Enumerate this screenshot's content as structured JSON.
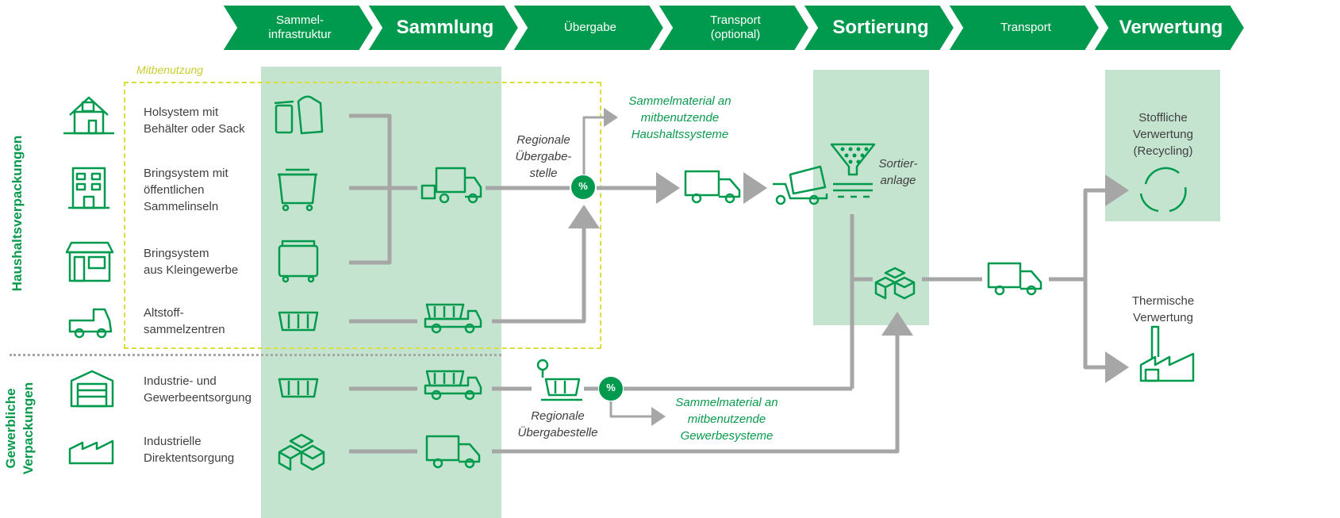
{
  "process_steps": [
    {
      "label": "Sammel-\ninfrastruktur",
      "emphasis": false
    },
    {
      "label": "Sammlung",
      "emphasis": true
    },
    {
      "label": "Übergabe",
      "emphasis": false
    },
    {
      "label": "Transport\n(optional)",
      "emphasis": false
    },
    {
      "label": "Sortierung",
      "emphasis": true
    },
    {
      "label": "Transport",
      "emphasis": false
    },
    {
      "label": "Verwertung",
      "emphasis": true
    }
  ],
  "mitbenutzung_label": "Mitbenutzung",
  "groups": {
    "household": "Haushaltsverpackungen",
    "commercial": "Gewerbliche\nVerpackungen"
  },
  "sources": [
    {
      "label": "Holsystem mit\nBehälter oder Sack",
      "icon": "house-icon",
      "container_icon": "bin-and-sack-icon"
    },
    {
      "label": "Bringsystem mit\nöffentlichen\nSammelinseln",
      "icon": "apartment-building-icon",
      "container_icon": "dumpster-icon"
    },
    {
      "label": "Bringsystem\naus Kleingewerbe",
      "icon": "shop-icon",
      "container_icon": "container-icon"
    },
    {
      "label": "Altstoff-\nsammelzentren",
      "icon": "pickup-truck-icon",
      "container_icon": "skip-container-icon"
    },
    {
      "label": "Industrie- und\nGewerbeentsorgung",
      "icon": "warehouse-icon",
      "container_icon": "skip-container-icon"
    },
    {
      "label": "Industrielle\nDirektentsorgung",
      "icon": "factory-icon",
      "container_icon": "boxes-icon"
    }
  ],
  "handover": {
    "regional_top": "Regionale\nÜbergabe-\nstelle",
    "regional_bottom": "Regionale\nÜbergabestelle",
    "percent_symbol": "%",
    "shared_household": "Sammelmaterial an\nmitbenutzende\nHaushaltssysteme",
    "shared_commercial": "Sammelmaterial an\nmitbenutzende\nGewerbesysteme"
  },
  "sorting_label": "Sortier-\nanlage",
  "outcomes": {
    "material": "Stoffliche\nVerwertung\n(Recycling)",
    "thermal": "Thermische\nVerwertung"
  },
  "colors": {
    "brand_green": "#009a4e",
    "light_green": "#c5e4cf",
    "arrow_gray": "#a6a6a6",
    "dashed_yellow": "#d9de3a",
    "text": "#404040"
  }
}
